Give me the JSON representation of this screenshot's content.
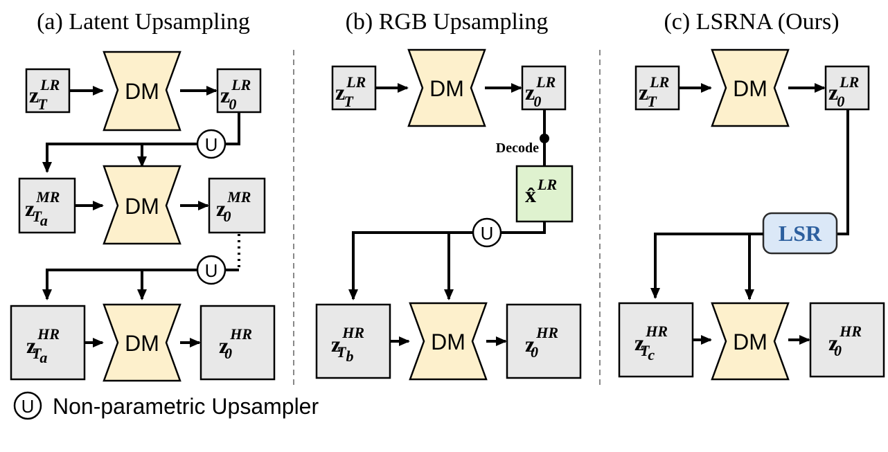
{
  "titles": {
    "a": "(a) Latent Upsampling",
    "b": "(b) RGB Upsampling",
    "c": "(c) LSRNA (Ours)"
  },
  "dm_label": "DM",
  "upsampler_symbol": "U",
  "decode_label": "Decode",
  "lsr_label": "LSR",
  "legend_text": "Non-parametric Upsampler",
  "vars": {
    "z": "z",
    "x_hat": "x̂",
    "sub_T": "T",
    "sub_0": "0",
    "sub_Ta": "T",
    "sub_Ta_idx": "a",
    "sub_Tb": "T",
    "sub_Tb_idx": "b",
    "sub_Tc": "T",
    "sub_Tc_idx": "c",
    "LR": "LR",
    "MR": "MR",
    "HR": "HR"
  },
  "colors": {
    "dm_fill": "#fdf0cc",
    "box_fill": "#e8e8e8",
    "decoded_fill": "#dff2cf",
    "lsr_fill": "#dbe8f7",
    "lsr_text": "#2c5f9e"
  }
}
